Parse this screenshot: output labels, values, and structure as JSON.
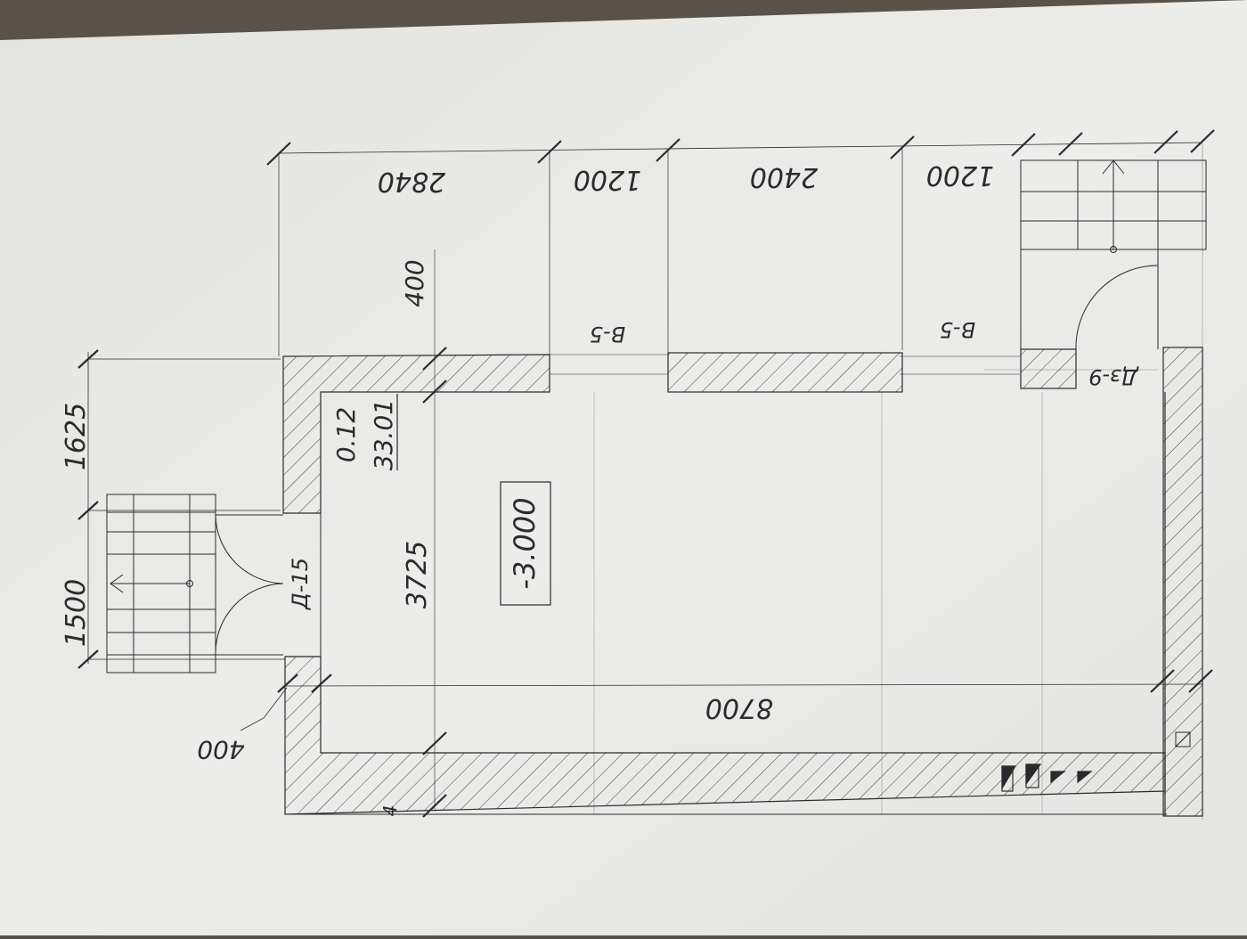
{
  "plan": {
    "dimensions": {
      "top_1500": "1500",
      "top_1625": "1625",
      "right_2840": "2840",
      "right_1200_a": "1200",
      "right_2400": "2400",
      "right_1200_b": "1200",
      "mid_400": "400",
      "left_400": "400",
      "width_8700": "8700",
      "depth_3725": "3725",
      "small_4": "4"
    },
    "labels": {
      "door_main": "Д-15",
      "door_side": "Дз-9",
      "window_a": "В-5",
      "window_b": "В-5"
    },
    "room": {
      "number": "0.12",
      "area": "33.01",
      "level": "-3.000"
    }
  },
  "colors": {
    "paper": "#e9e9e6",
    "ink": "#2b2b2e",
    "background": "#5a5248"
  }
}
